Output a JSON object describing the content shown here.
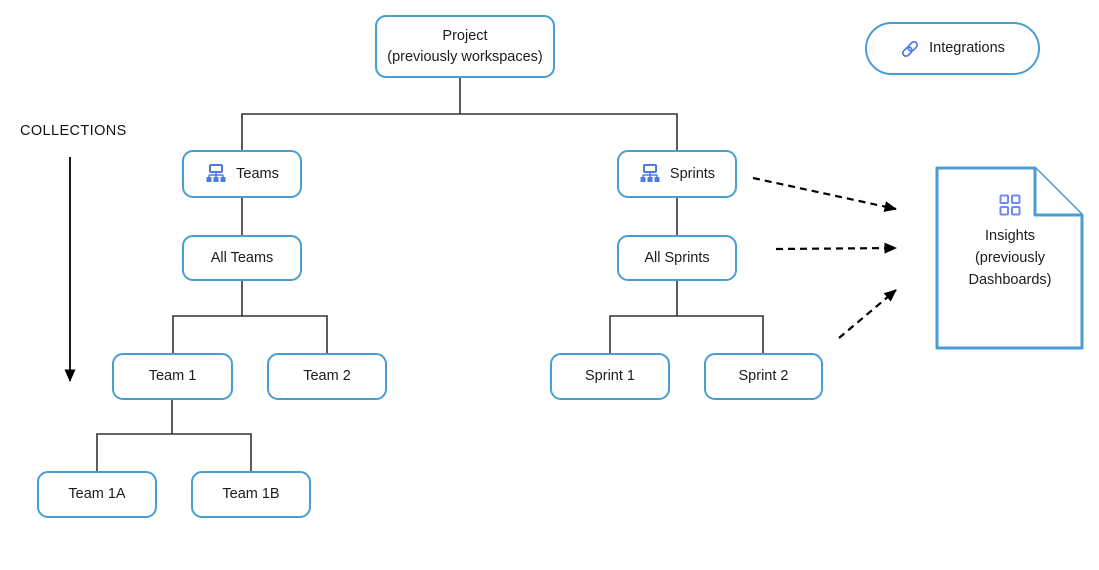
{
  "colors": {
    "box_border": "#489ed3",
    "node_icon_blue": "#4d7ae6",
    "grid_icon_blue": "#6e8cf0",
    "connector": "#333333",
    "arrow": "#000000",
    "text": "#1c1c1c"
  },
  "labels": {
    "collections": "COLLECTIONS"
  },
  "nodes": {
    "project": {
      "line1": "Project",
      "line2": "(previously workspaces)"
    },
    "integrations": {
      "label": "Integrations",
      "icon": "link-icon"
    },
    "teams": {
      "label": "Teams",
      "icon": "org-chart-icon"
    },
    "all_teams": {
      "label": "All Teams"
    },
    "team1": {
      "label": "Team 1"
    },
    "team2": {
      "label": "Team 2"
    },
    "team1a": {
      "label": "Team 1A"
    },
    "team1b": {
      "label": "Team 1B"
    },
    "sprints": {
      "label": "Sprints",
      "icon": "org-chart-icon"
    },
    "all_sprints": {
      "label": "All Sprints"
    },
    "sprint1": {
      "label": "Sprint 1"
    },
    "sprint2": {
      "label": "Sprint 2"
    },
    "insights": {
      "line1": "Insights",
      "line2": "(previously",
      "line3": "Dashboards)",
      "icon": "grid-icon"
    }
  },
  "edges": [
    {
      "from": "project",
      "to": "teams"
    },
    {
      "from": "project",
      "to": "sprints"
    },
    {
      "from": "teams",
      "to": "all_teams"
    },
    {
      "from": "all_teams",
      "to": "team1"
    },
    {
      "from": "all_teams",
      "to": "team2"
    },
    {
      "from": "team1",
      "to": "team1a"
    },
    {
      "from": "team1",
      "to": "team1b"
    },
    {
      "from": "sprints",
      "to": "all_sprints"
    },
    {
      "from": "all_sprints",
      "to": "sprint1"
    },
    {
      "from": "all_sprints",
      "to": "sprint2"
    }
  ],
  "dashed_arrows": [
    {
      "from": "sprints",
      "to": "insights"
    },
    {
      "from": "all_sprints",
      "to": "insights"
    },
    {
      "from": "sprints_subtree",
      "to": "insights"
    }
  ]
}
